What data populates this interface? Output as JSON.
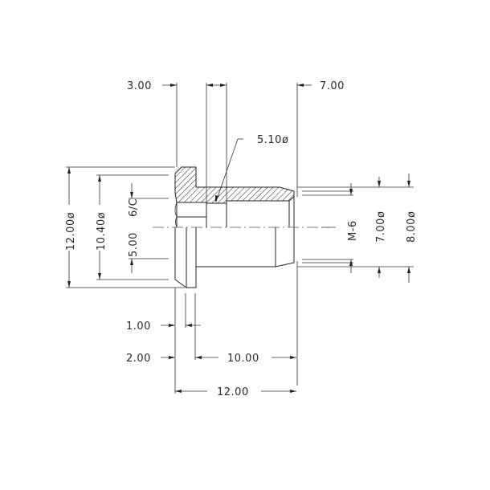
{
  "drawing": {
    "type": "mechanical-section-drawing",
    "part": "threaded flanged bushing / fitting",
    "dimensions": {
      "top_left": "3.00",
      "top_right": "7.00",
      "bore_callout": "5.10ø",
      "flange_od": "12.00ø",
      "flange_step": "10.40ø",
      "inner_bore": "5.00",
      "inner_bore_suffix": "6/C",
      "thread": "M-6",
      "shank_id": "7.00ø",
      "shank_od": "8.00ø",
      "flange_thickness": "1.00",
      "flange_total": "2.00",
      "shank_length": "10.00",
      "overall_length": "12.00"
    },
    "colors": {
      "line": "#222222",
      "text": "#2a2a2a",
      "background": "#ffffff"
    }
  }
}
